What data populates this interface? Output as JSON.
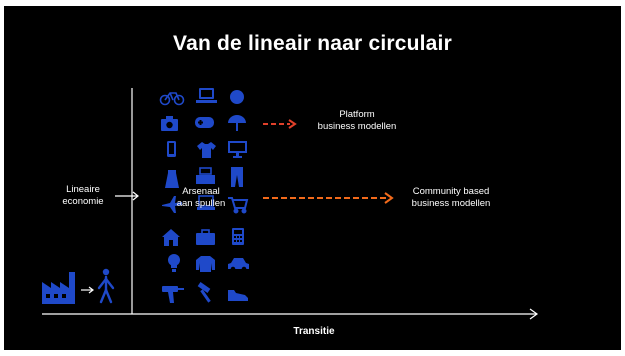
{
  "title": "Van de lineair naar circulair",
  "labels": {
    "linear_line1": "Lineaire",
    "linear_line2": "economie",
    "arsenal_line1": "Arsenaal",
    "arsenal_line2": "aan spullen",
    "platform_line1": "Platform",
    "platform_line2": "business modellen",
    "community_line1": "Community based",
    "community_line2": "business modellen",
    "x_axis": "Transitie"
  },
  "colors": {
    "background": "#000000",
    "text": "#ffffff",
    "icon_blue": "#1f49c9",
    "arrow_red": "#e0402a",
    "arrow_orange": "#f26a1b"
  },
  "icon_grid": [
    [
      "bicycle-icon",
      "laptop-icon",
      "basketball-icon"
    ],
    [
      "camera-icon",
      "gamepad-icon",
      "umbrella-icon"
    ],
    [
      "smartphone-icon",
      "tshirt-icon",
      "monitor-icon"
    ],
    [
      "skirt-icon",
      "printer-icon",
      "trousers-icon"
    ],
    [
      "airplane-icon",
      "laptop-small-icon",
      "shopping-cart-icon"
    ],
    [
      "house-icon",
      "suitcase-icon",
      "calculator-icon"
    ],
    [
      "lightbulb-icon",
      "sweater-icon",
      "car-icon"
    ],
    [
      "drill-icon",
      "hammer-icon",
      "shoe-icon"
    ]
  ],
  "left_icons": [
    "factory-icon",
    "person-icon"
  ]
}
